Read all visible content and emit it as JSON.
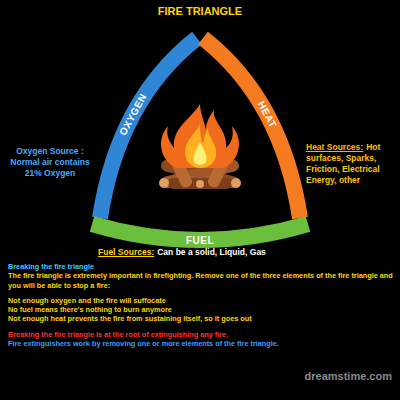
{
  "diagram": {
    "title": "FIRE TRIANGLE",
    "nodes": [
      {
        "text": [
          "OXYGEN"
        ]
      },
      {
        "text": [
          "HEAT"
        ]
      },
      {
        "text": [
          "FUEL"
        ]
      }
    ],
    "labels": [
      "Oxygen Source :",
      "Normal air contains 21% Oxygen",
      "Heat Sources:",
      "Hot surfaces, Sparks, Friction, Electrical Energy, other",
      "Fuel Sources:",
      "Can be a solid, Liquid, Gas",
      "Breaking the fire triangle",
      "The fire triangle is extremely important in firefighting. Remove one of the three elements of the fire triangle and you will be able to stop a fire:",
      "Not enough oxygen and the fire will suffocate",
      "No fuel means there's nothing to burn anymore",
      "Not enough heat prevents the fire from sustaining itself, so it goes out",
      "Breaking the fire triangle is at the root of extinguishing any fire.",
      "Fire extinguishers work by removing one or more elements of the fire triangle.",
      "dreamstime.com"
    ]
  }
}
